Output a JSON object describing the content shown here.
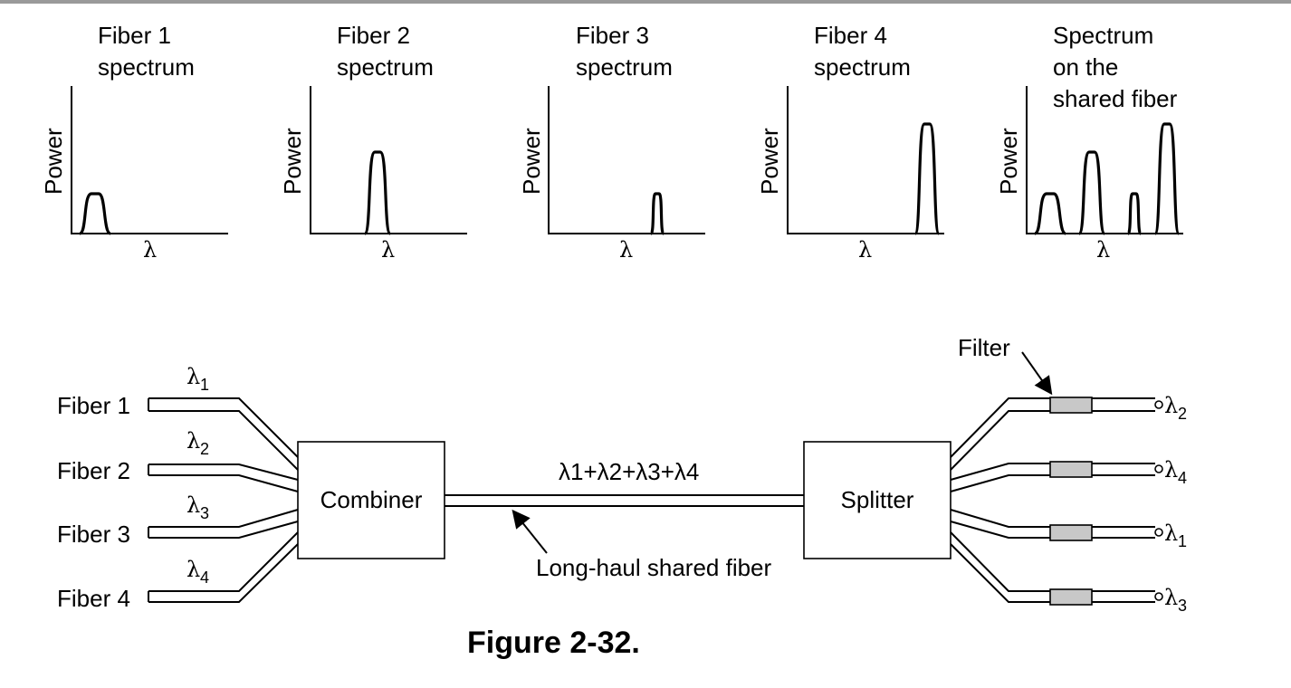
{
  "spectra": [
    {
      "title": [
        "Fiber 1",
        "spectrum"
      ],
      "ylabel": "Power",
      "xlabel": "λ"
    },
    {
      "title": [
        "Fiber 2",
        "spectrum"
      ],
      "ylabel": "Power",
      "xlabel": "λ"
    },
    {
      "title": [
        "Fiber 3",
        "spectrum"
      ],
      "ylabel": "Power",
      "xlabel": "λ"
    },
    {
      "title": [
        "Fiber 4",
        "spectrum"
      ],
      "ylabel": "Power",
      "xlabel": "λ"
    },
    {
      "title": [
        "Spectrum",
        "on the",
        "shared fiber"
      ],
      "ylabel": "Power",
      "xlabel": "λ"
    }
  ],
  "inputs": [
    {
      "label": "Fiber 1",
      "lambda": "λ",
      "sub": "1"
    },
    {
      "label": "Fiber 2",
      "lambda": "λ",
      "sub": "2"
    },
    {
      "label": "Fiber 3",
      "lambda": "λ",
      "sub": "3"
    },
    {
      "label": "Fiber 4",
      "lambda": "λ",
      "sub": "4"
    }
  ],
  "combiner_label": "Combiner",
  "splitter_label": "Splitter",
  "shared_fiber_sum": "λ1+λ2+λ3+λ4",
  "shared_fiber_label": "Long-haul shared fiber",
  "filter_label": "Filter",
  "outputs": [
    {
      "lambda": "λ",
      "sub": "2"
    },
    {
      "lambda": "λ",
      "sub": "4"
    },
    {
      "lambda": "λ",
      "sub": "1"
    },
    {
      "lambda": "λ",
      "sub": "3"
    }
  ],
  "caption": "Figure 2-32."
}
